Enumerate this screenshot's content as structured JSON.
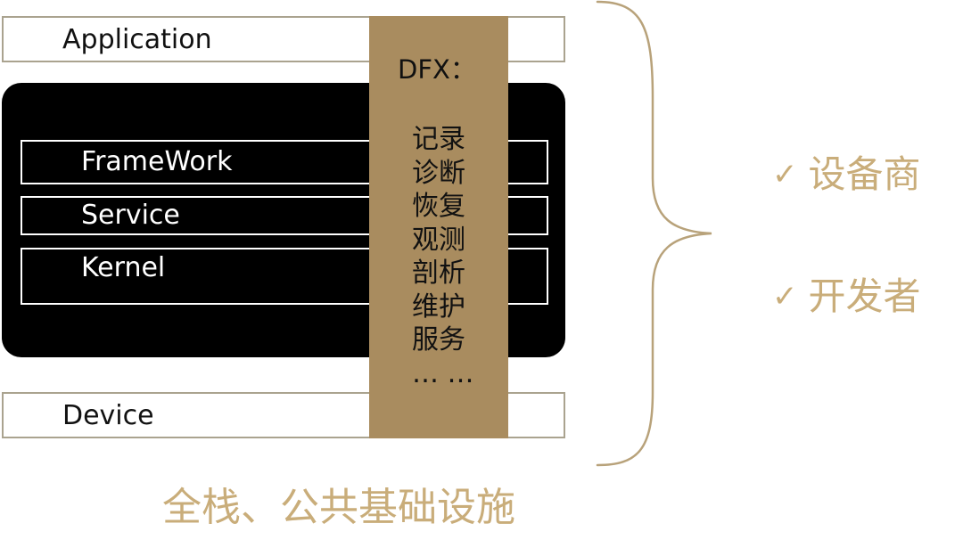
{
  "layers": {
    "application": "Application",
    "device": "Device",
    "framework": "FrameWork",
    "service": "Service",
    "kernel": "Kernel"
  },
  "dfx": {
    "title": "DFX：",
    "items": [
      "记录",
      "诊断",
      "恢复",
      "观测",
      "剖析",
      "维护",
      "服务",
      "… …"
    ]
  },
  "audiences": [
    {
      "check": "✓",
      "label": "设备商"
    },
    {
      "check": "✓",
      "label": "开发者"
    }
  ],
  "caption": "全栈、公共基础设施",
  "colors": {
    "dfx_column": "#a98c5f",
    "accent_text": "#c9ad7a",
    "brace": "#b8a27a",
    "os_block": "#000000"
  }
}
